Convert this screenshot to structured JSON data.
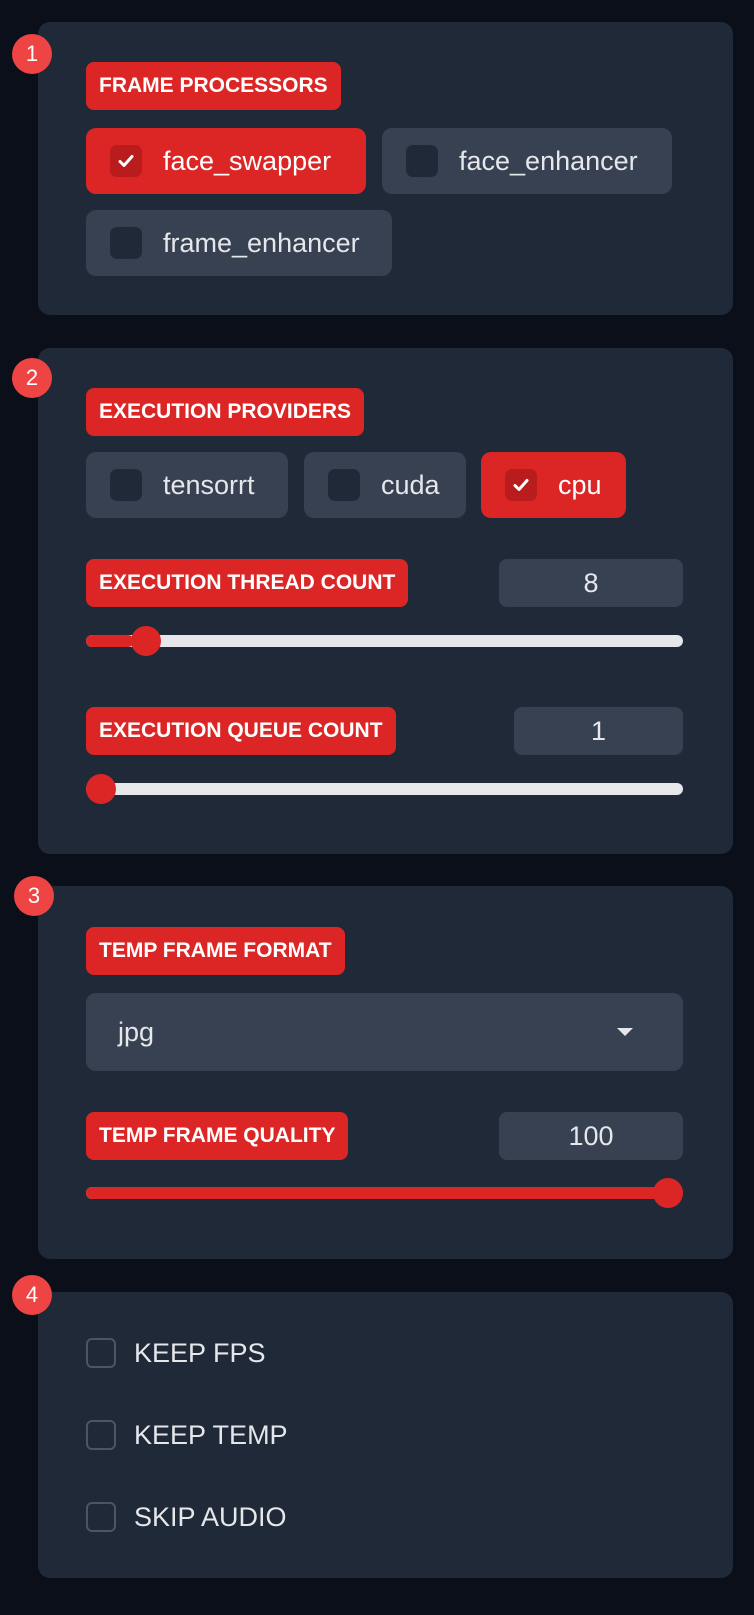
{
  "steps": [
    "1",
    "2",
    "3",
    "4"
  ],
  "frame_processors": {
    "label": "FRAME PROCESSORS",
    "options": [
      {
        "label": "face_swapper",
        "checked": true
      },
      {
        "label": "face_enhancer",
        "checked": false
      },
      {
        "label": "frame_enhancer",
        "checked": false
      }
    ]
  },
  "execution_providers": {
    "label": "EXECUTION PROVIDERS",
    "options": [
      {
        "label": "tensorrt",
        "checked": false
      },
      {
        "label": "cuda",
        "checked": false
      },
      {
        "label": "cpu",
        "checked": true
      }
    ]
  },
  "execution_thread_count": {
    "label": "EXECUTION THREAD COUNT",
    "value": "8",
    "level": 0.08
  },
  "execution_queue_count": {
    "label": "EXECUTION QUEUE COUNT",
    "value": "1",
    "level": 0.0
  },
  "temp_frame_format": {
    "label": "TEMP FRAME FORMAT",
    "selected": "jpg"
  },
  "temp_frame_quality": {
    "label": "TEMP FRAME QUALITY",
    "value": "100",
    "level": 1.0
  },
  "options": {
    "keep_fps": {
      "label": "KEEP FPS",
      "checked": false
    },
    "keep_temp": {
      "label": "KEEP TEMP",
      "checked": false
    },
    "skip_audio": {
      "label": "SKIP AUDIO",
      "checked": false
    }
  },
  "colors": {
    "accent": "#dc2626",
    "panel": "#1f2937",
    "control": "#374151",
    "background": "#0b0f19"
  }
}
